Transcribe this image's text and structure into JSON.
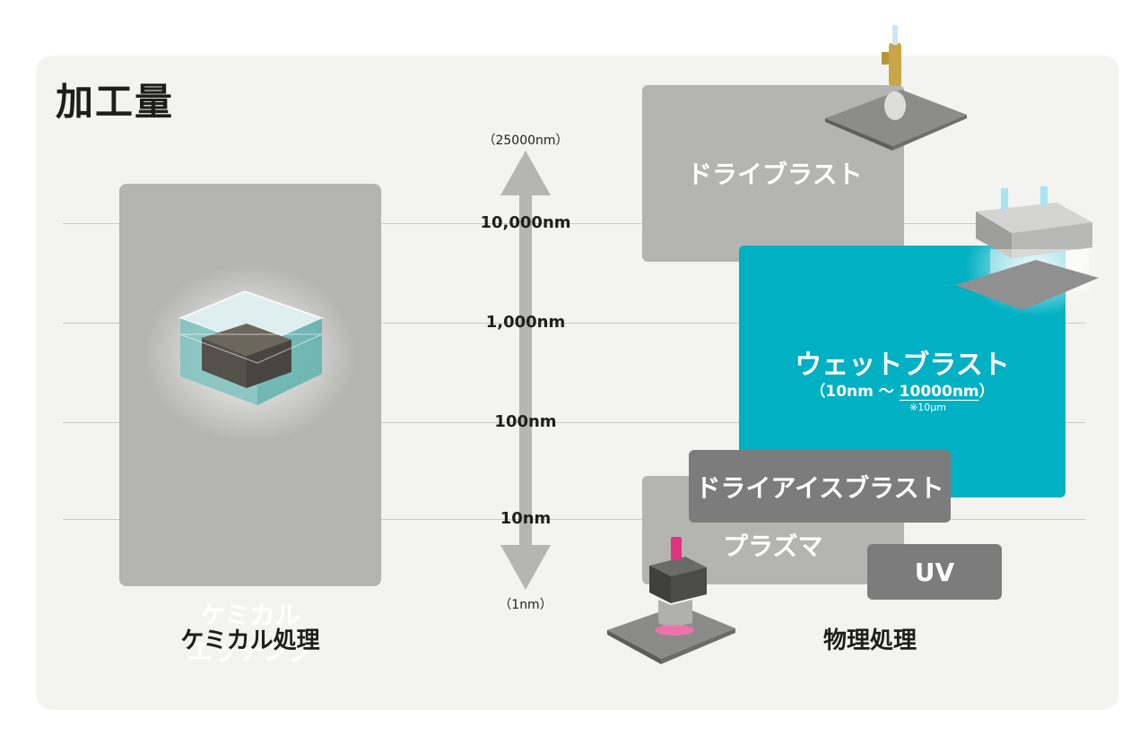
{
  "title": "加工量",
  "axis": {
    "top_limit": "（25000nm）",
    "bottom_limit": "（1nm）",
    "ticks": [
      "10,000nm",
      "1,000nm",
      "100nm",
      "10nm"
    ]
  },
  "chemical": {
    "box_label_line1": "ケミカル",
    "box_label_line2": "エッチング",
    "category_label": "ケミカル処理"
  },
  "physical": {
    "category_label": "物理処理",
    "dry_blast": "ドライブラスト",
    "wet_blast": {
      "label": "ウェットブラスト",
      "range_open": "（10nm ～ ",
      "range_value": "10000nm",
      "range_close": "）",
      "note": "※10μm"
    },
    "dry_ice_blast": "ドライアイスブラスト",
    "plasma": "プラズマ",
    "uv": "UV"
  },
  "colors": {
    "panel": "#f3f3f1",
    "gray_box": "#b4b4b2",
    "dark_box": "#7c7c7c",
    "wet_blast": "#00b0c3",
    "arrow": "#b5b5b3"
  }
}
